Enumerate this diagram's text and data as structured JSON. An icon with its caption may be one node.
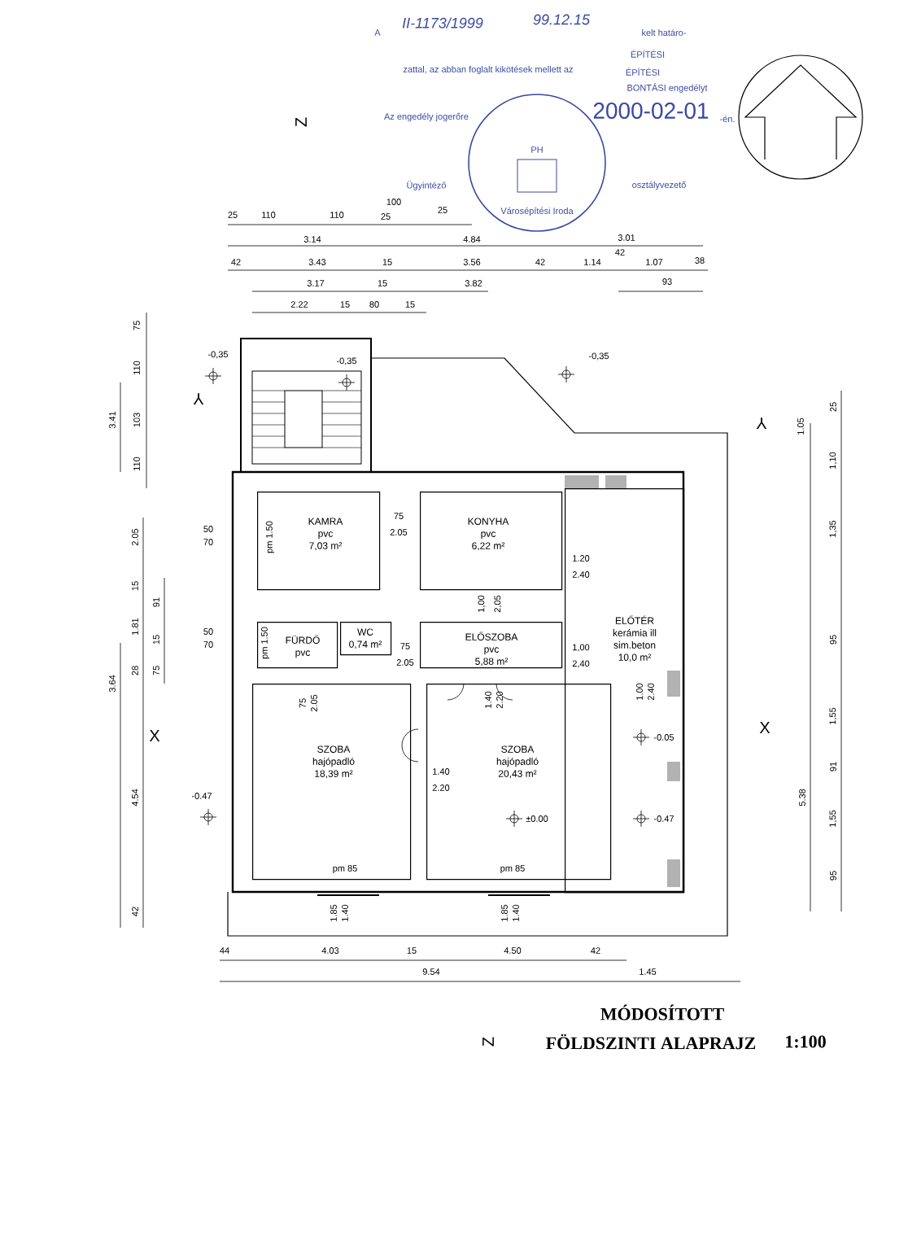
{
  "diagram": {
    "title": "MÓDOSÍTOTT",
    "nodes": [
      {
        "text": [
          "KAMRA",
          "pvc",
          "7,03 m²"
        ]
      },
      {
        "text": [
          "KONYHA",
          "pvc",
          "6,22 m²"
        ]
      },
      {
        "text": [
          "FÜRDŐ",
          "pvc"
        ]
      },
      {
        "text": [
          "WC",
          "0,74 m²"
        ]
      },
      {
        "text": [
          "ELŐSZOBA",
          "pvc",
          "5,88 m²"
        ]
      },
      {
        "text": [
          "ELŐTÉR",
          "kerámia ill",
          "sim.beton",
          "10,0 m²"
        ]
      },
      {
        "text": [
          "SZOBA",
          "hajópadló",
          "18,39 m²"
        ]
      },
      {
        "text": [
          "SZOBA",
          "hajópadló",
          "20,43 m²"
        ]
      }
    ],
    "labels": [
      "A",
      "II-1173/1999",
      "99.12.15",
      "kelt határo-",
      "zattal, az abban foglalt kikötések mellett az",
      "ÉPÍTÉSI",
      "ÉPÍTÉSI",
      "BONTÁSI engedélyt",
      "Az engedély jogerőre",
      "2000-02-01",
      "-én.",
      "Ügyintéző",
      "osztályvezető",
      "PH",
      "Városépítési Iroda",
      "Z",
      "25",
      "110",
      "110",
      "25",
      "100",
      "25",
      "3.14",
      "4.84",
      "3.01",
      "42",
      "3.43",
      "15",
      "3.56",
      "42",
      "1.14",
      "42",
      "1.07",
      "38",
      "3.17",
      "15",
      "3.82",
      "93",
      "2.22",
      "15",
      "80",
      "15",
      "-0,35",
      "-0,35",
      "-0,35",
      "75",
      "110",
      "103",
      "110",
      "3.41",
      "2.05",
      "15",
      "1.81",
      "28",
      "91",
      "15",
      "75",
      "3.64",
      "4.54",
      "42",
      "50",
      "70",
      "50",
      "70",
      "pm 1.50",
      "pm 1.50",
      "75",
      "2.05",
      "1.20",
      "2.40",
      "1,00",
      "2,05",
      "75",
      "2.05",
      "1,00",
      "2,40",
      "75",
      "2.05",
      "1.40",
      "2.20",
      "1.40",
      "2.20",
      "1.00",
      "2.40",
      "-0.05",
      "-0.47",
      "±0.00",
      "-0.47",
      "pm 85",
      "pm 85",
      "1.85",
      "1.40",
      "1.85",
      "1.40",
      "44",
      "4.03",
      "15",
      "4.50",
      "42",
      "9.54",
      "1.45",
      "25",
      "1,10",
      "1,35",
      "95",
      "1,55",
      "91",
      "1,55",
      "95",
      "5.38",
      "1.05",
      "Y",
      "Y",
      "X",
      "X",
      "Z",
      "FÖLDSZINTI ALAPRAJZ",
      "1:100"
    ]
  }
}
